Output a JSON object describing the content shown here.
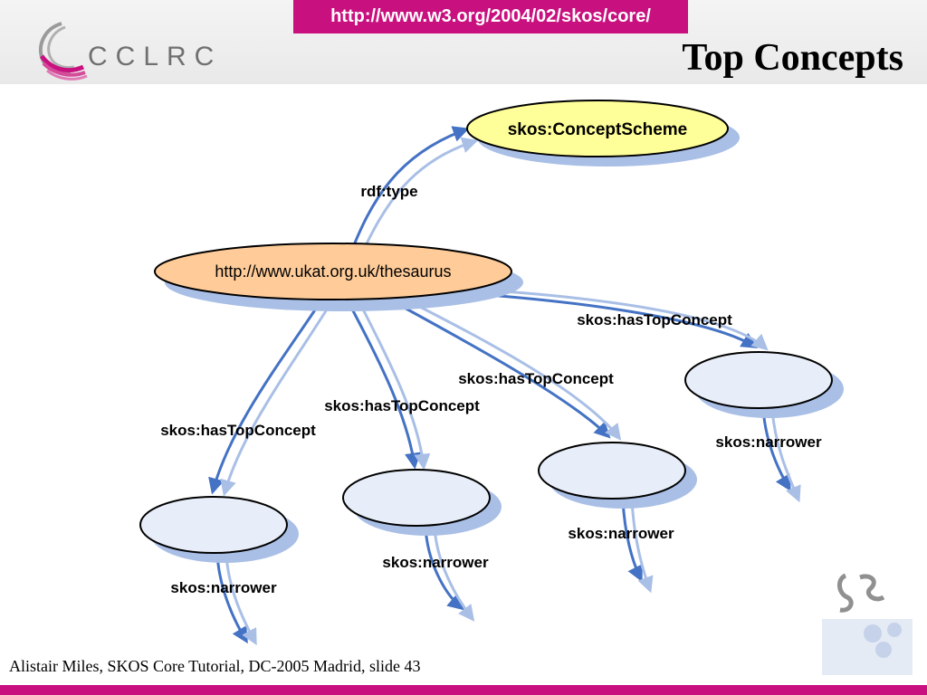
{
  "header": {
    "url_banner": "http://www.w3.org/2004/02/skos/core/",
    "title": "Top Concepts",
    "logo_text": "CCLRC"
  },
  "diagram": {
    "nodes": {
      "scheme": "skos:ConceptScheme",
      "thesaurus": "http://www.ukat.org.uk/thesaurus"
    },
    "edges": {
      "type_label": "rdf:type",
      "top_concept_labels": [
        "skos:hasTopConcept",
        "skos:hasTopConcept",
        "skos:hasTopConcept",
        "skos:hasTopConcept"
      ],
      "narrower_labels": [
        "skos:narrower",
        "skos:narrower",
        "skos:narrower",
        "skos:narrower"
      ]
    }
  },
  "footer": {
    "citation": "Alistair Miles, SKOS Core Tutorial, DC-2005 Madrid, slide 43"
  },
  "colors": {
    "accent": "#c8107f",
    "scheme_fill": "#ffff99",
    "thesaurus_fill": "#ffcc99",
    "concept_fill": "#e8eef9",
    "arrow": "#4472c4",
    "arrow_light": "#a9bfe6"
  }
}
